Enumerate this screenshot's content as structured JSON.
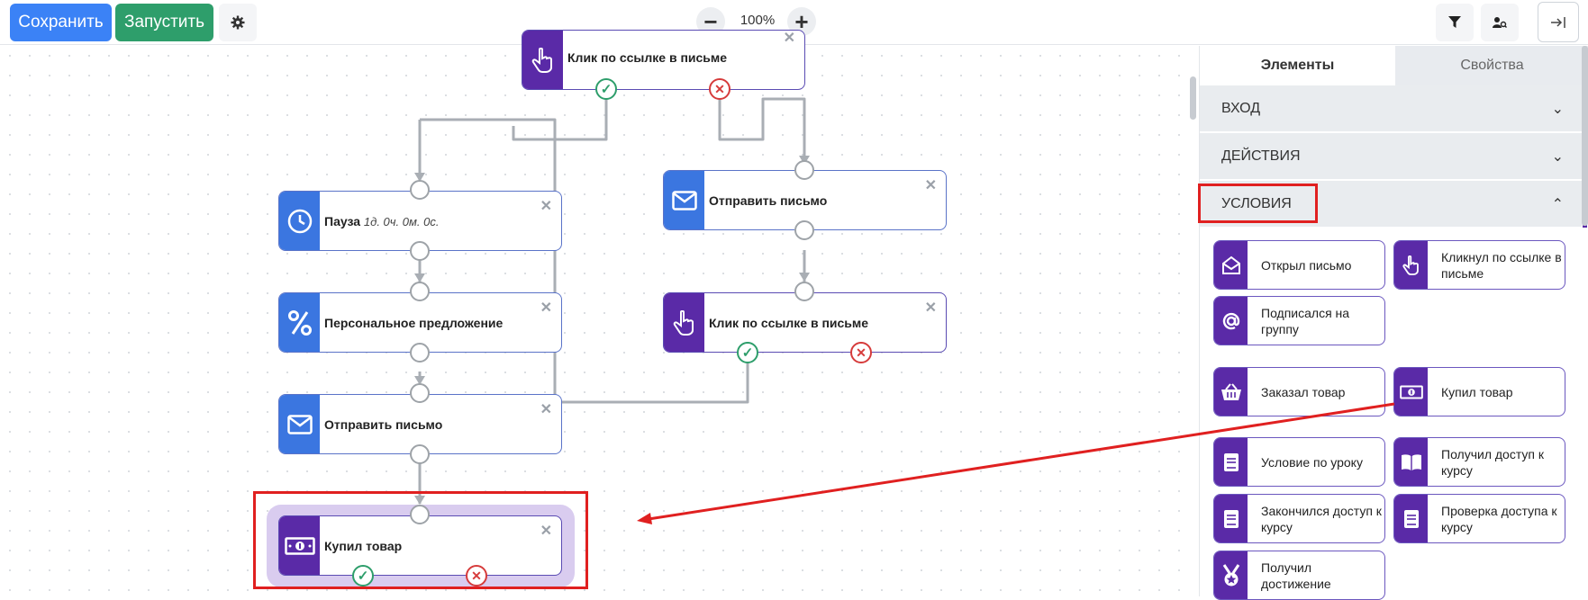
{
  "toolbar": {
    "save_label": "Сохранить",
    "run_label": "Запустить",
    "zoom_value": "100%",
    "colors": {
      "save": "#3b82f6",
      "run": "#2e9e6b"
    }
  },
  "canvas": {
    "nodes": [
      {
        "id": "top-click",
        "title": "Клик по ссылке в письме",
        "icon": "hand-pointer-icon"
      },
      {
        "id": "pause",
        "title": "Пауза",
        "detail": "1д. 0ч. 0м. 0с.",
        "icon": "clock-icon"
      },
      {
        "id": "offer",
        "title": "Персональное предложение",
        "icon": "percent-icon"
      },
      {
        "id": "send-left",
        "title": "Отправить письмо",
        "icon": "envelope-icon"
      },
      {
        "id": "bought",
        "title": "Купил товар",
        "icon": "money-icon"
      },
      {
        "id": "send-right",
        "title": "Отправить письмо",
        "icon": "envelope-icon"
      },
      {
        "id": "right-click",
        "title": "Клик по ссылке в письме",
        "icon": "hand-pointer-icon"
      }
    ]
  },
  "panel": {
    "tabs": [
      "Элементы",
      "Свойства"
    ],
    "sections": [
      {
        "label": "ВХОД",
        "accent": "#2e9e6b"
      },
      {
        "label": "ДЕЙСТВИЯ",
        "accent": "#3b76e0"
      },
      {
        "label": "УСЛОВИЯ",
        "accent": "#5a2aa7"
      }
    ],
    "conditions": [
      {
        "label": "Открыл письмо",
        "icon": "envelope-open-icon"
      },
      {
        "label": "Кликнул по ссылке в письме",
        "icon": "hand-pointer-icon"
      },
      {
        "label": "Подписался на группу",
        "icon": "at-sign-icon"
      },
      {
        "label": "Заказал товар",
        "icon": "basket-icon"
      },
      {
        "label": "Купил товар",
        "icon": "money-icon"
      },
      {
        "label": "Условие по уроку",
        "icon": "book-icon"
      },
      {
        "label": "Получил доступ к курсу",
        "icon": "open-book-icon"
      },
      {
        "label": "Закончился доступ к курсу",
        "icon": "book-icon"
      },
      {
        "label": "Проверка доступа к курсу",
        "icon": "book-icon"
      },
      {
        "label": "Получил достижение",
        "icon": "medal-icon"
      }
    ]
  }
}
